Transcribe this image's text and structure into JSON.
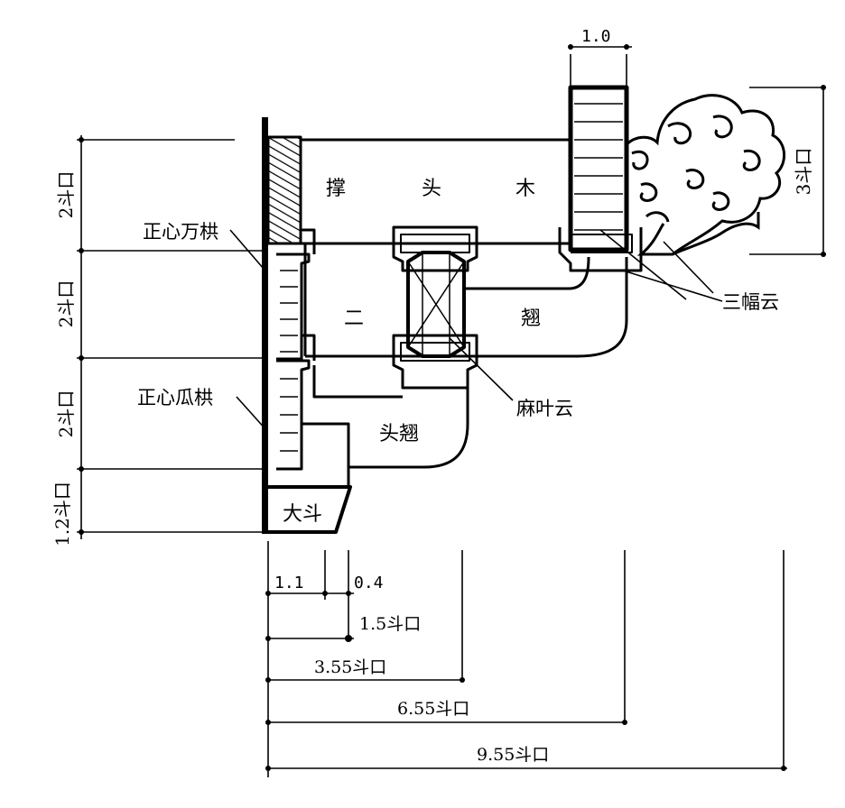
{
  "parts": {
    "chengtou": [
      "撑",
      "头",
      "木"
    ],
    "erqiao": [
      "二",
      "翘"
    ],
    "touqiao": "头翘",
    "dadou": "大斗"
  },
  "callouts": {
    "wangong": "正心万栱",
    "guagong": "正心瓜栱",
    "mayeyun": "麻叶云",
    "sanfuyun": "三幅云"
  },
  "dimensions": {
    "top_width": "1.0",
    "right_height": "3斗口",
    "left_heights": [
      "2斗口",
      "2斗口",
      "2斗口",
      "1.2斗口"
    ],
    "bottom": [
      "1.1",
      "0.4",
      "1.5斗口",
      "3.55斗口",
      "6.55斗口",
      "9.55斗口"
    ]
  }
}
